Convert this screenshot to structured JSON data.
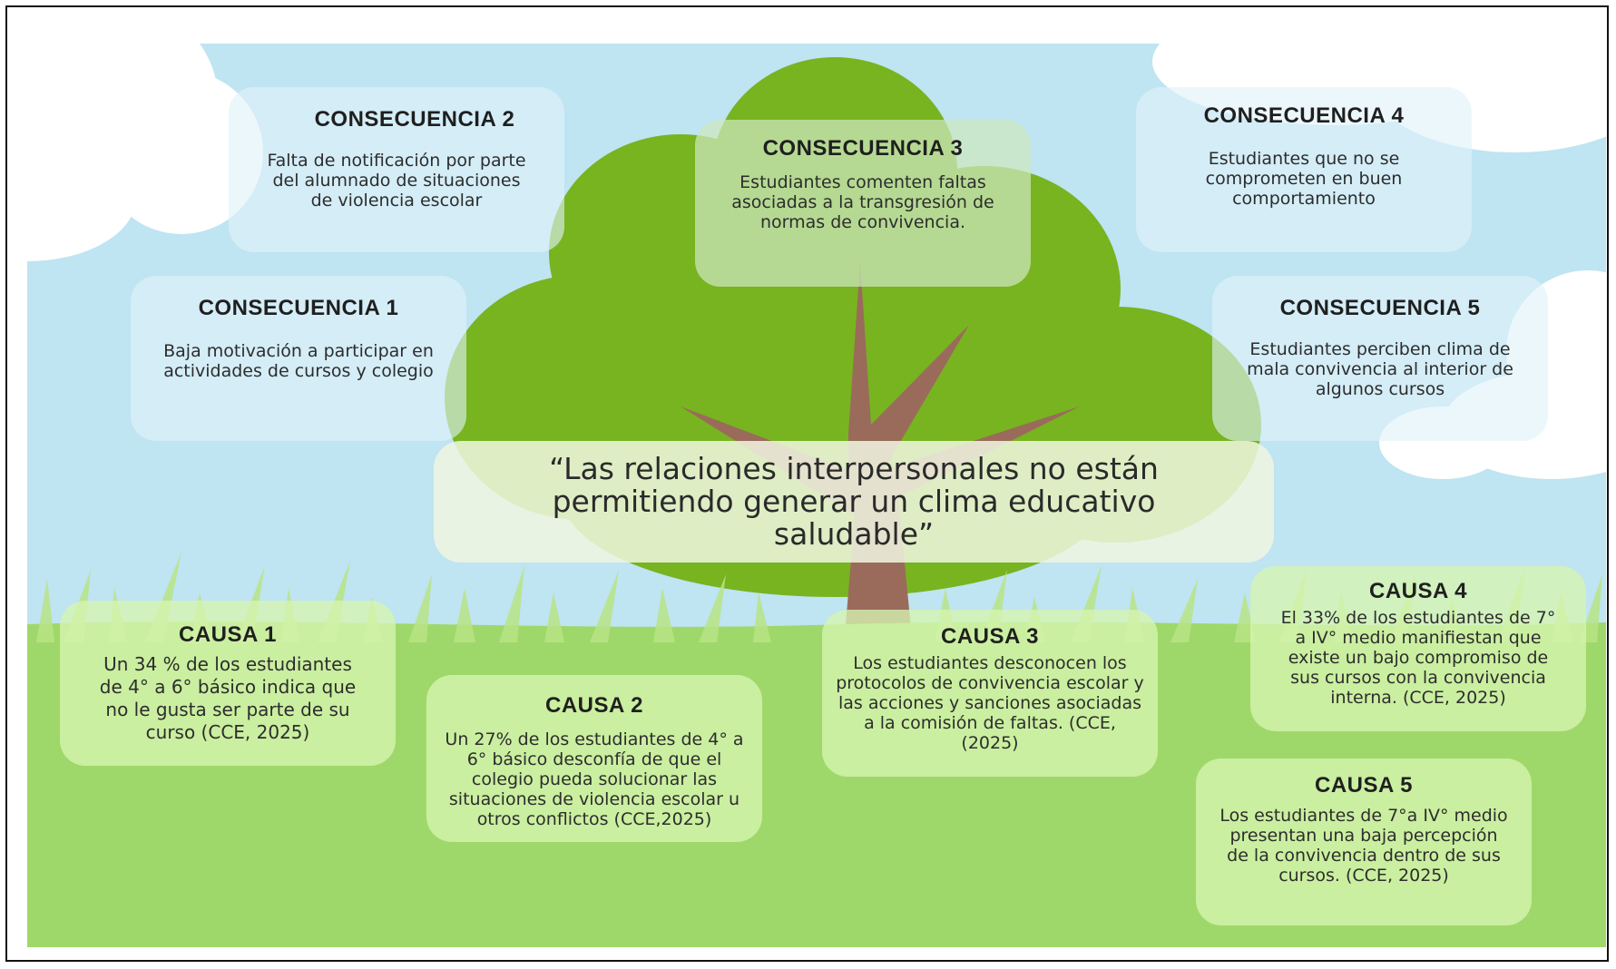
{
  "central_problem": "“Las relaciones interpersonales no están permitiendo generar un clima educativo saludable”",
  "consecuencias": [
    {
      "title": "CONSECUENCIA 1",
      "text": "Baja motivación a participar en actividades de cursos y colegio"
    },
    {
      "title": "CONSECUENCIA 2",
      "text": "Falta de notificación por parte del alumnado de situaciones de violencia escolar"
    },
    {
      "title": "CONSECUENCIA 3",
      "text": "Estudiantes comenten faltas asociadas a la transgresión de normas de convivencia."
    },
    {
      "title": "CONSECUENCIA 4",
      "text": "Estudiantes que no se comprometen en buen comportamiento"
    },
    {
      "title": "CONSECUENCIA 5",
      "text": "Estudiantes perciben clima de mala convivencia al interior de algunos cursos"
    }
  ],
  "causas": [
    {
      "title": "CAUSA 1",
      "text": "Un 34 % de los estudiantes de 4° a 6° básico indica que no le gusta ser parte de su curso (CCE, 2025)"
    },
    {
      "title": "CAUSA 2",
      "text": "Un 27% de los estudiantes de 4° a 6° básico desconfía de que el colegio pueda solucionar las situaciones de violencia escolar u otros conflictos (CCE,2025)"
    },
    {
      "title": "CAUSA 3",
      "text": "Los estudiantes desconocen los protocolos de convivencia escolar y las acciones y sanciones asociadas a la comisión de faltas. (CCE, (2025)"
    },
    {
      "title": "CAUSA 4",
      "text": "El 33% de los estudiantes de 7° a IV° medio manifiestan que existe un bajo compromiso de sus cursos con la convivencia interna. (CCE, 2025)"
    },
    {
      "title": "CAUSA 5",
      "text": "Los estudiantes de 7°a IV° medio presentan una baja percepción de la convivencia dentro de sus cursos. (CCE, 2025)"
    }
  ],
  "colors": {
    "sky": "#bfe4f2",
    "cloud": "#ffffff",
    "foliage": "#77b420",
    "trunk": "#9a6b5a",
    "grass": "#9fd86a",
    "grass_blades": "#b9e486"
  }
}
